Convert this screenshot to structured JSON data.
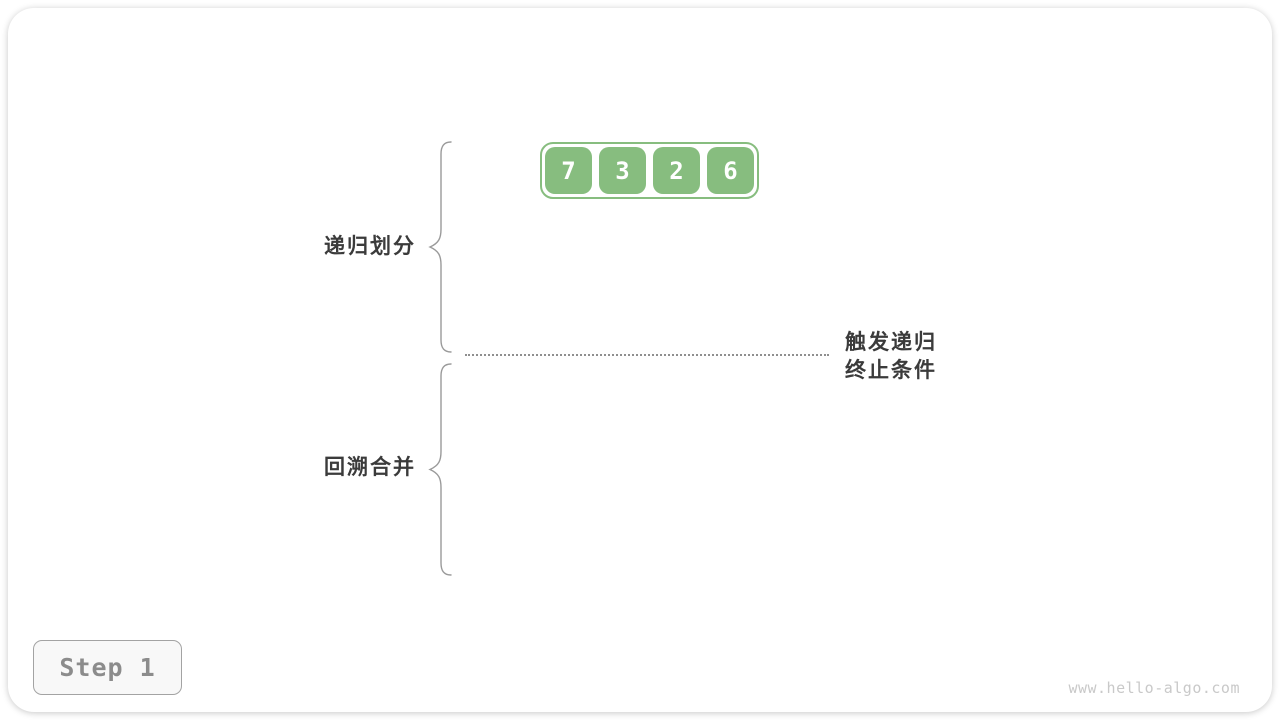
{
  "page": {
    "step_label": "Step 1",
    "watermark": "www.hello-algo.com"
  },
  "diagram": {
    "array": {
      "values": [
        "7",
        "3",
        "2",
        "6"
      ]
    },
    "labels": {
      "phase1": "递归划分",
      "phase2": "回溯合并",
      "annotation_line1": "触发递归",
      "annotation_line2": "终止条件"
    },
    "colors": {
      "cell_green": "#87BD7F",
      "label_text": "#3B3B3B",
      "brace": "#9A9A9A",
      "dotted_line": "#8F8F8F",
      "step_text": "#8C8C8C",
      "step_border": "#A3A3A3",
      "step_bg": "#F8F8F8",
      "watermark": "#C9C9C9"
    }
  }
}
